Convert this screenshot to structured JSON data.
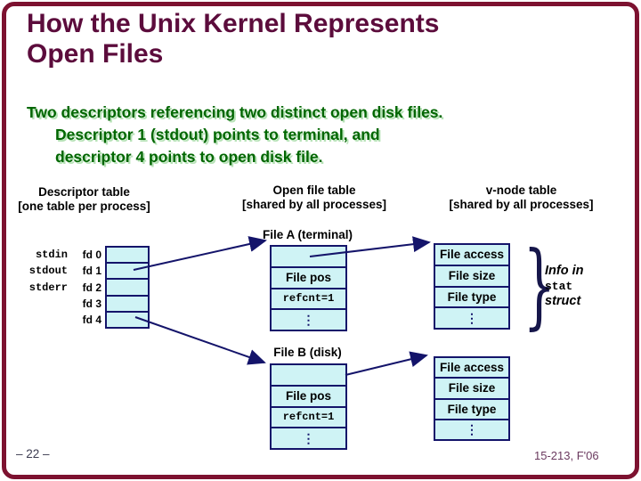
{
  "slide": {
    "title": {
      "line1": "How the Unix Kernel Represents",
      "line2": "Open Files"
    },
    "body": {
      "line1": "Two descriptors referencing two distinct open disk files.",
      "line2": "Descriptor 1 (stdout) points to terminal, and",
      "line3": "descriptor 4 points to open disk file."
    },
    "footer": {
      "page": "– 22 –",
      "course": "15-213, F'06"
    }
  },
  "diagram": {
    "headers": {
      "descriptor": {
        "title": "Descriptor table",
        "subtitle": "[one table per process]"
      },
      "open_file": {
        "title": "Open file table",
        "subtitle": "[shared by all processes]"
      },
      "vnode": {
        "title": "v-node table",
        "subtitle": "[shared by all processes]"
      }
    },
    "descriptor_table": {
      "streams": {
        "row0": "stdin",
        "row1": "stdout",
        "row2": "stderr"
      },
      "fds": {
        "row0": "fd 0",
        "row1": "fd 1",
        "row2": "fd 2",
        "row3": "fd 3",
        "row4": "fd 4"
      }
    },
    "file_a": {
      "label": "File A (terminal)",
      "pos": "File pos",
      "refcnt": "refcnt=1",
      "ellipsis": "⋮"
    },
    "file_b": {
      "label": "File B (disk)",
      "pos": "File pos",
      "refcnt": "refcnt=1",
      "ellipsis": "⋮"
    },
    "vnode_a": {
      "access": "File access",
      "size": "File size",
      "type": "File type",
      "ellipsis": "⋮"
    },
    "vnode_b": {
      "access": "File access",
      "size": "File size",
      "type": "File type",
      "ellipsis": "⋮"
    },
    "stat_note": {
      "line1": "Info in",
      "line2": "stat",
      "line3": "struct"
    },
    "brace": "}"
  },
  "colors": {
    "title_maroon": "#5c0c3c",
    "body_green": "#006600",
    "cell_fill": "#cff3f5",
    "line_navy": "#14146a",
    "frame_red": "#7d1230"
  }
}
